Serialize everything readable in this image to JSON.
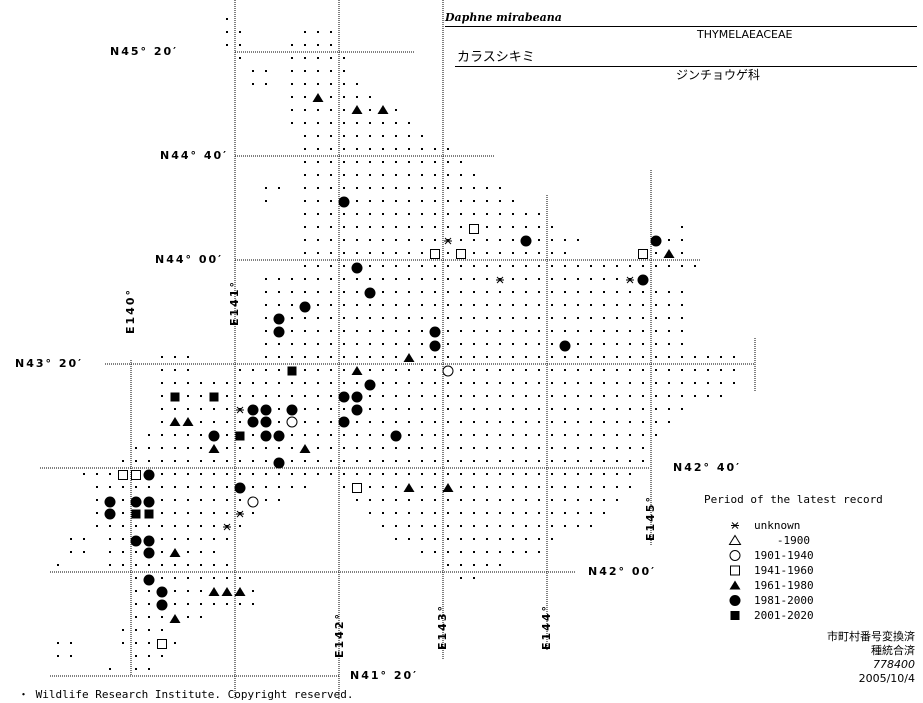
{
  "header": {
    "scientific_name": "Daphne mirabeana",
    "family": "THYMELAEACEAE",
    "japanese_name": "カラスシキミ",
    "family_japanese": "ジンチョウゲ科"
  },
  "graticule": {
    "latitudes": [
      {
        "label": "N45° 20′",
        "lat": 45.3333
      },
      {
        "label": "N44° 40′",
        "lat": 44.6667
      },
      {
        "label": "N44° 00′",
        "lat": 44.0
      },
      {
        "label": "N43° 20′",
        "lat": 43.3333
      },
      {
        "label": "N42° 40′",
        "lat": 42.6667
      },
      {
        "label": "N42° 00′",
        "lat": 42.0
      },
      {
        "label": "N41° 20′",
        "lat": 41.3333
      }
    ],
    "longitudes": [
      {
        "label": "E140°",
        "lon": 140
      },
      {
        "label": "E141°",
        "lon": 141
      },
      {
        "label": "E142°",
        "lon": 142
      },
      {
        "label": "E143°",
        "lon": 143
      },
      {
        "label": "E144°",
        "lon": 144
      },
      {
        "label": "E145°",
        "lon": 145
      }
    ]
  },
  "legend": {
    "title": "Period of the latest record",
    "items": [
      {
        "symbol": "asterisk",
        "label": "unknown"
      },
      {
        "symbol": "triangle-open",
        "label": "-1900"
      },
      {
        "symbol": "circle-open",
        "label": "1901-1940"
      },
      {
        "symbol": "square-open",
        "label": "1941-1960"
      },
      {
        "symbol": "triangle-filled",
        "label": "1961-1980"
      },
      {
        "symbol": "circle-filled",
        "label": "1981-2000"
      },
      {
        "symbol": "square-filled",
        "label": "2001-2020"
      }
    ]
  },
  "records": {
    "asterisk": [
      [
        143.05,
        44.12
      ],
      [
        143.55,
        43.87
      ],
      [
        144.8,
        43.87
      ],
      [
        141.05,
        43.04
      ],
      [
        141.05,
        42.37
      ],
      [
        140.92,
        42.29
      ]
    ],
    "circle-open": [
      [
        143.05,
        43.29
      ],
      [
        141.55,
        42.96
      ],
      [
        141.17,
        42.45
      ]
    ],
    "square-open": [
      [
        143.3,
        44.2
      ],
      [
        142.92,
        44.04
      ],
      [
        143.17,
        44.04
      ],
      [
        144.92,
        44.04
      ],
      [
        139.92,
        42.62
      ],
      [
        140.05,
        42.62
      ],
      [
        142.17,
        42.54
      ],
      [
        140.3,
        41.54
      ]
    ],
    "triangle-filled": [
      [
        141.8,
        45.04
      ],
      [
        142.17,
        44.96
      ],
      [
        142.42,
        44.96
      ],
      [
        145.17,
        44.04
      ],
      [
        142.67,
        43.37
      ],
      [
        142.17,
        43.29
      ],
      [
        140.42,
        42.96
      ],
      [
        140.55,
        42.96
      ],
      [
        140.8,
        42.79
      ],
      [
        141.67,
        42.79
      ],
      [
        142.67,
        42.54
      ],
      [
        143.05,
        42.54
      ],
      [
        140.42,
        42.12
      ],
      [
        140.8,
        41.87
      ],
      [
        140.92,
        41.87
      ],
      [
        141.05,
        41.87
      ],
      [
        140.42,
        41.7
      ]
    ],
    "circle-filled": [
      [
        142.05,
        44.37
      ],
      [
        143.8,
        44.12
      ],
      [
        145.05,
        44.12
      ],
      [
        142.17,
        43.95
      ],
      [
        144.92,
        43.87
      ],
      [
        142.3,
        43.79
      ],
      [
        141.67,
        43.7
      ],
      [
        141.42,
        43.62
      ],
      [
        141.42,
        43.54
      ],
      [
        142.92,
        43.54
      ],
      [
        142.92,
        43.45
      ],
      [
        144.17,
        43.45
      ],
      [
        142.3,
        43.2
      ],
      [
        142.05,
        43.12
      ],
      [
        142.17,
        43.12
      ],
      [
        141.17,
        43.04
      ],
      [
        141.3,
        43.04
      ],
      [
        141.55,
        43.04
      ],
      [
        142.17,
        43.04
      ],
      [
        141.17,
        42.96
      ],
      [
        141.3,
        42.96
      ],
      [
        142.05,
        42.96
      ],
      [
        140.8,
        42.87
      ],
      [
        141.3,
        42.87
      ],
      [
        141.42,
        42.87
      ],
      [
        142.55,
        42.87
      ],
      [
        141.42,
        42.7
      ],
      [
        140.17,
        42.62
      ],
      [
        141.05,
        42.54
      ],
      [
        139.8,
        42.45
      ],
      [
        140.05,
        42.45
      ],
      [
        140.17,
        42.45
      ],
      [
        139.8,
        42.37
      ],
      [
        140.05,
        42.2
      ],
      [
        140.17,
        42.2
      ],
      [
        140.17,
        42.12
      ],
      [
        140.17,
        41.95
      ],
      [
        140.3,
        41.87
      ],
      [
        140.3,
        41.79
      ]
    ],
    "square-filled": [
      [
        141.55,
        43.29
      ],
      [
        140.42,
        43.12
      ],
      [
        140.8,
        43.12
      ],
      [
        141.05,
        42.87
      ],
      [
        140.05,
        42.37
      ],
      [
        140.17,
        42.37
      ]
    ]
  },
  "stamp": {
    "line1": "市町村番号変換済",
    "line2": "種統合済",
    "code": "778400",
    "date": "2005/10/4"
  },
  "copyright": "・ Wildlife Research Institute. Copyright reserved."
}
